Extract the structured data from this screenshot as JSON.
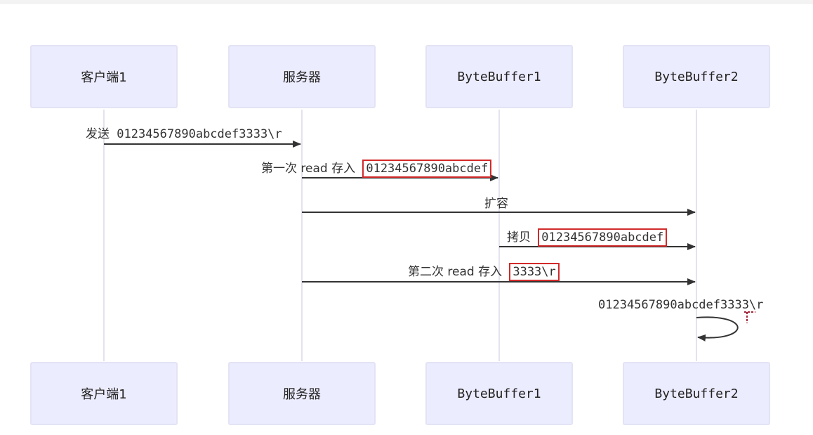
{
  "actors": [
    "客户端1",
    "服务器",
    "ByteBuffer1",
    "ByteBuffer2"
  ],
  "messages": {
    "m1": {
      "label": "发送",
      "value": "01234567890abcdef3333\\r"
    },
    "m2": {
      "label": "第一次 read 存入",
      "value": "01234567890abcdef"
    },
    "m3": {
      "label": "扩容"
    },
    "m4": {
      "label": "拷贝",
      "value": "01234567890abcdef"
    },
    "m5": {
      "label": "第二次 read 存入",
      "value": "3333\\r"
    },
    "m6": {
      "value": "01234567890abcdef3333\\r"
    }
  },
  "colors": {
    "actor_fill": "#ececff",
    "actor_border": "#e3e3f5",
    "lifeline": "#e3e3ee",
    "arrow": "#333333",
    "highlight": "#d22a2a"
  }
}
